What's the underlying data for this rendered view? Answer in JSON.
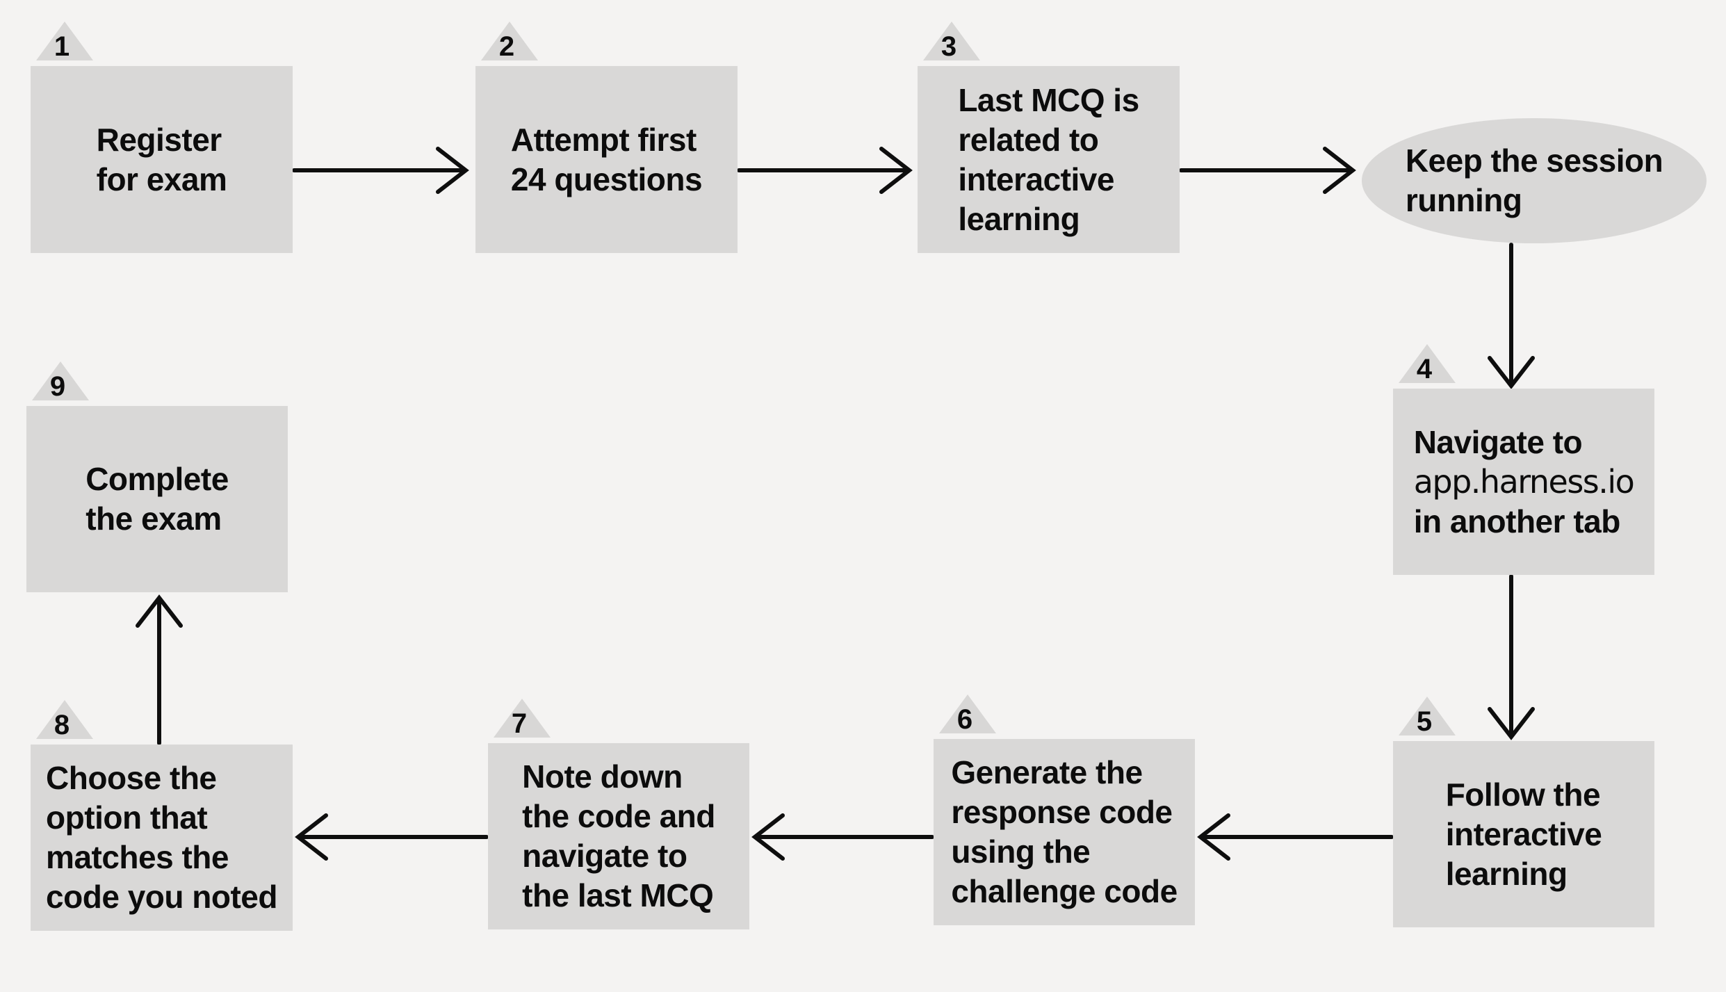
{
  "diagram": {
    "background_color": "#f4f3f2",
    "node_fill_color": "#d9d8d7",
    "text_color": "#0c0c0c",
    "arrow_color": "#0e0e0e",
    "nodes": [
      {
        "id": "step-1",
        "number": "1",
        "shape": "rect",
        "label": "Register\nfor exam"
      },
      {
        "id": "step-2",
        "number": "2",
        "shape": "rect",
        "label": "Attempt first\n24 questions"
      },
      {
        "id": "step-3",
        "number": "3",
        "shape": "rect",
        "label": "Last MCQ is\nrelated to\ninteractive\nlearning"
      },
      {
        "id": "keep-session",
        "number": "",
        "shape": "ellipse",
        "label": "Keep the session\nrunning"
      },
      {
        "id": "step-4",
        "number": "4",
        "shape": "rect",
        "label": "Navigate to\napp.harness.io\nin another tab",
        "medium_weight_line": "app.harness.io"
      },
      {
        "id": "step-5",
        "number": "5",
        "shape": "rect",
        "label": "Follow the\ninteractive\nlearning"
      },
      {
        "id": "step-6",
        "number": "6",
        "shape": "rect",
        "label": "Generate the\nresponse code\nusing the\nchallenge code"
      },
      {
        "id": "step-7",
        "number": "7",
        "shape": "rect",
        "label": "Note down\nthe code and\nnavigate to\nthe last MCQ"
      },
      {
        "id": "step-8",
        "number": "8",
        "shape": "rect",
        "label": "Choose the\noption that\nmatches the\ncode you noted"
      },
      {
        "id": "step-9",
        "number": "9",
        "shape": "rect",
        "label": "Complete\nthe exam"
      }
    ],
    "edges": [
      {
        "from": "step-1",
        "to": "step-2",
        "direction": "right"
      },
      {
        "from": "step-2",
        "to": "step-3",
        "direction": "right"
      },
      {
        "from": "step-3",
        "to": "keep-session",
        "direction": "right"
      },
      {
        "from": "keep-session",
        "to": "step-4",
        "direction": "down"
      },
      {
        "from": "step-4",
        "to": "step-5",
        "direction": "down"
      },
      {
        "from": "step-5",
        "to": "step-6",
        "direction": "left"
      },
      {
        "from": "step-6",
        "to": "step-7",
        "direction": "left"
      },
      {
        "from": "step-7",
        "to": "step-8",
        "direction": "left"
      },
      {
        "from": "step-8",
        "to": "step-9",
        "direction": "up"
      }
    ]
  }
}
